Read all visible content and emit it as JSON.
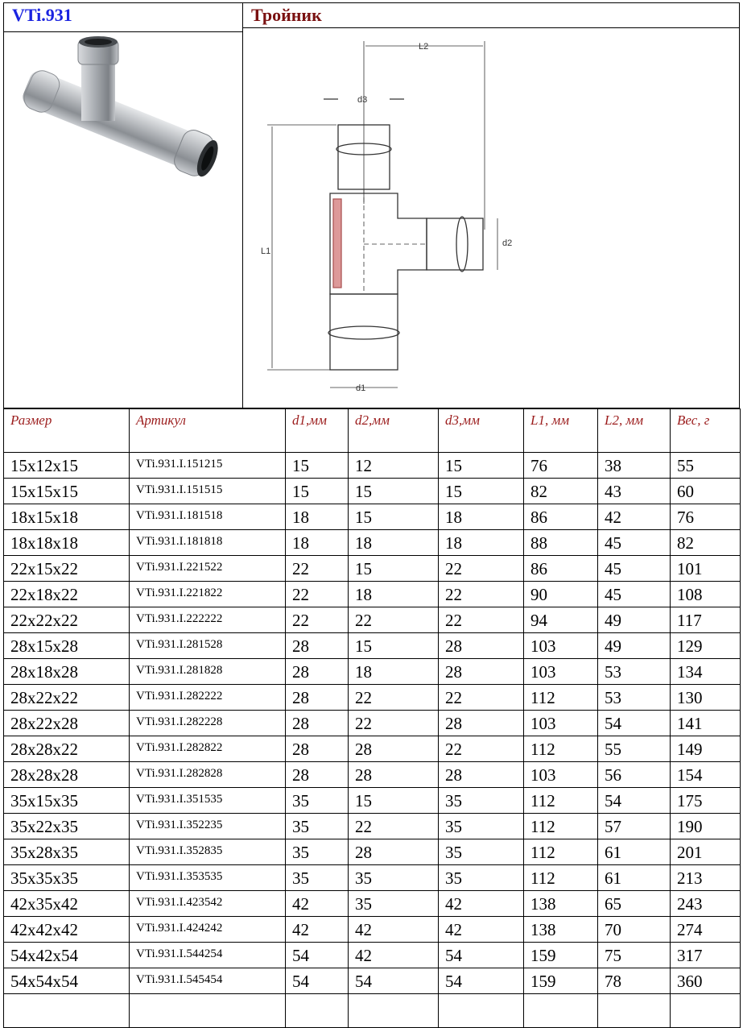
{
  "header": {
    "code": "VTi.931",
    "name": "Тройник"
  },
  "drawing": {
    "l2": "L2",
    "d3": "d3",
    "l1": "L1",
    "d2": "d2",
    "d1": "d1"
  },
  "columns": [
    "Размер",
    "Артикул",
    "d1,мм",
    "d2,мм",
    "d3,мм",
    "L1, мм",
    "L2, мм",
    "Вес, г"
  ],
  "rows": [
    [
      "15x12x15",
      "VTi.931.I.151215",
      "15",
      "12",
      "15",
      "76",
      "38",
      "55"
    ],
    [
      "15x15x15",
      "VTi.931.I.151515",
      "15",
      "15",
      "15",
      "82",
      "43",
      "60"
    ],
    [
      "18x15x18",
      "VTi.931.I.181518",
      "18",
      "15",
      "18",
      "86",
      "42",
      "76"
    ],
    [
      "18x18x18",
      "VTi.931.I.181818",
      "18",
      "18",
      "18",
      "88",
      "45",
      "82"
    ],
    [
      "22x15x22",
      "VTi.931.I.221522",
      "22",
      "15",
      "22",
      "86",
      "45",
      "101"
    ],
    [
      "22x18x22",
      "VTi.931.I.221822",
      "22",
      "18",
      "22",
      "90",
      "45",
      "108"
    ],
    [
      "22x22x22",
      "VTi.931.I.222222",
      "22",
      "22",
      "22",
      "94",
      "49",
      "117"
    ],
    [
      "28x15x28",
      "VTi.931.I.281528",
      "28",
      "15",
      "28",
      "103",
      "49",
      "129"
    ],
    [
      "28x18x28",
      "VTi.931.I.281828",
      "28",
      "18",
      "28",
      "103",
      "53",
      "134"
    ],
    [
      "28x22x22",
      "VTi.931.I.282222",
      "28",
      "22",
      "22",
      "112",
      "53",
      "130"
    ],
    [
      "28x22x28",
      "VTi.931.I.282228",
      "28",
      "22",
      "28",
      "103",
      "54",
      "141"
    ],
    [
      "28x28x22",
      "VTi.931.I.282822",
      "28",
      "28",
      "22",
      "112",
      "55",
      "149"
    ],
    [
      "28x28x28",
      "VTi.931.I.282828",
      "28",
      "28",
      "28",
      "103",
      "56",
      "154"
    ],
    [
      "35x15x35",
      "VTi.931.I.351535",
      "35",
      "15",
      "35",
      "112",
      "54",
      "175"
    ],
    [
      "35x22x35",
      "VTi.931.I.352235",
      "35",
      "22",
      "35",
      "112",
      "57",
      "190"
    ],
    [
      "35x28x35",
      "VTi.931.I.352835",
      "35",
      "28",
      "35",
      "112",
      "61",
      "201"
    ],
    [
      "35x35x35",
      "VTi.931.I.353535",
      "35",
      "35",
      "35",
      "112",
      "61",
      "213"
    ],
    [
      "42x35x42",
      "VTi.931.I.423542",
      "42",
      "35",
      "42",
      "138",
      "65",
      "243"
    ],
    [
      "42x42x42",
      "VTi.931.I.424242",
      "42",
      "42",
      "42",
      "138",
      "70",
      "274"
    ],
    [
      "54x42x54",
      "VTi.931.I.544254",
      "54",
      "42",
      "54",
      "159",
      "75",
      "317"
    ],
    [
      "54x54x54",
      "VTi.931.I.545454",
      "54",
      "54",
      "54",
      "159",
      "78",
      "360"
    ]
  ]
}
